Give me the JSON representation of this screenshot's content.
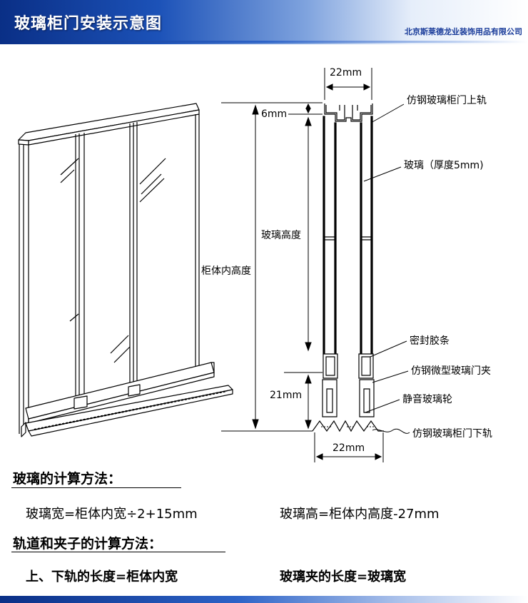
{
  "header": {
    "title": "玻璃柜门安装示意图",
    "company": "北京斯莱德龙业装饰用品有限公司"
  },
  "labels": {
    "top_width": "22mm",
    "bottom_width": "22mm",
    "top_gap": "6mm",
    "bottom_height": "21mm",
    "glass_height": "玻璃高度",
    "cabinet_inner_height": "柜体内高度",
    "upper_rail": "仿钢玻璃柜门上轨",
    "glass": "玻璃（厚度5mm)",
    "seal_strip": "密封胶条",
    "glass_clip": "仿钢微型玻璃门夹",
    "wheel": "静音玻璃轮",
    "lower_rail": "仿钢玻璃柜门下轨"
  },
  "formulas": {
    "glass_title": "玻璃的计算方法：",
    "glass_width": "玻璃宽=柜体内宽÷2+15mm",
    "glass_height": "玻璃高=柜体内高度-27mm",
    "rail_title": "轨道和夹子的计算方法：",
    "rail_length": "上、下轨的长度=柜体内宽",
    "clip_length": "玻璃夹的长度=玻璃宽"
  }
}
